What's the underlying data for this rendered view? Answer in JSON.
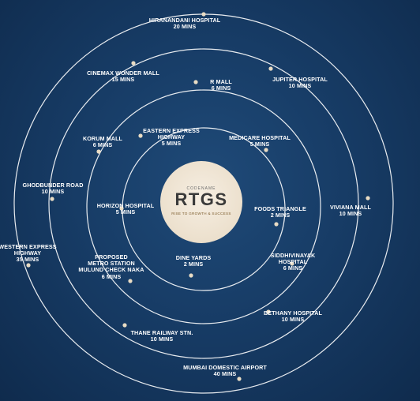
{
  "center": {
    "code_label": "CODENAME",
    "brand": "RTGS",
    "tagline": "RISE TO GROWTH & SUCCESS"
  },
  "colors": {
    "ring": "#ffffff",
    "dot": "#e9dcc4",
    "background": "#173c66"
  },
  "destinations": [
    {
      "id": "hiranandani",
      "name": [
        "HIRANANDANI HOSPITAL"
      ],
      "time": "20 MINS"
    },
    {
      "id": "cinemax",
      "name": [
        "CINEMAX WONDER MALL"
      ],
      "time": "15 MINS"
    },
    {
      "id": "jupiter",
      "name": [
        "JUPITER HOSPITAL"
      ],
      "time": "10 MINS"
    },
    {
      "id": "rmall",
      "name": [
        "R MALL"
      ],
      "time": "6 MINS"
    },
    {
      "id": "eastern",
      "name": [
        "EASTERN EXPRESS",
        "HIGHWAY"
      ],
      "time": "5 MINS"
    },
    {
      "id": "medicare",
      "name": [
        "MEDICARE HOSPITAL"
      ],
      "time": "5 MINS"
    },
    {
      "id": "korum",
      "name": [
        "KORUM MALL"
      ],
      "time": "6 MINS"
    },
    {
      "id": "ghodbunder",
      "name": [
        "GHODBUNDER ROAD"
      ],
      "time": "10 MINS"
    },
    {
      "id": "horizon",
      "name": [
        "HORIZON HOSPITAL"
      ],
      "time": "5 MINS"
    },
    {
      "id": "foods",
      "name": [
        "FOODS TRIANGLE"
      ],
      "time": "2 MINS"
    },
    {
      "id": "viviana",
      "name": [
        "VIVIANA MALL"
      ],
      "time": "10 MINS"
    },
    {
      "id": "western",
      "name": [
        "WESTERN EXPRESS",
        "HIGHWAY"
      ],
      "time": "35 MINS"
    },
    {
      "id": "metro",
      "name": [
        "PROPOSED",
        "METRO STATION",
        "MULUND CHECK NAKA"
      ],
      "time": "6 MINS"
    },
    {
      "id": "dineyards",
      "name": [
        "DINE YARDS"
      ],
      "time": "2 MINS"
    },
    {
      "id": "siddhivinayak",
      "name": [
        "SIDDHIVINAYAK",
        "HOSPITAL"
      ],
      "time": "6 MINS"
    },
    {
      "id": "bethany",
      "name": [
        "BETHANY HOSPITAL"
      ],
      "time": "10 MINS"
    },
    {
      "id": "thane",
      "name": [
        "THANE RAILWAY STN."
      ],
      "time": "10 MINS"
    },
    {
      "id": "airport",
      "name": [
        "MUMBAI DOMESTIC AIRPORT"
      ],
      "time": "40 MINS"
    }
  ]
}
